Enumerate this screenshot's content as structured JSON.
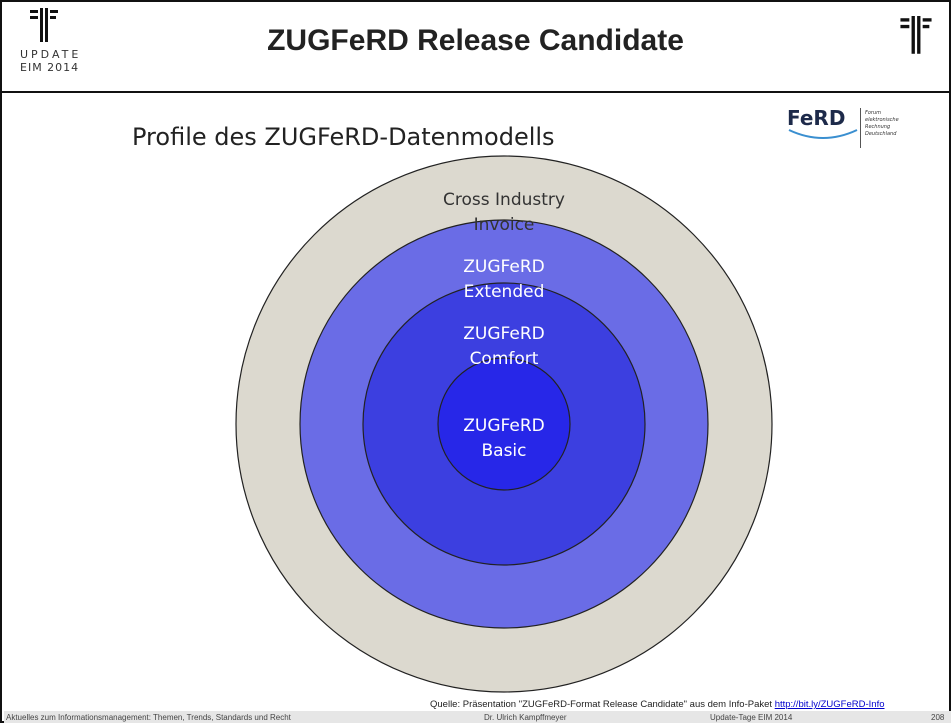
{
  "header": {
    "title": "ZUGFeRD Release Candidate",
    "logo_text_line1": "UPDATE",
    "logo_text_line2": "EIM 2014"
  },
  "slide": {
    "subtitle": "Profile des ZUGFeRD-Datenmodells",
    "partner_logo": {
      "word": "FeRD",
      "small_lines": [
        "Forum",
        "elektronische",
        "Rechnung",
        "Deutschland"
      ]
    }
  },
  "diagram": {
    "rings": [
      {
        "line1": "Cross Industry",
        "line2": "Invoice",
        "color": "#dcd9cf",
        "text_color": "#333333"
      },
      {
        "line1": "ZUGFeRD",
        "line2": "Extended",
        "color": "#6a6ce6",
        "text_color": "#ffffff"
      },
      {
        "line1": "ZUGFeRD",
        "line2": "Comfort",
        "color": "#3c3fe0",
        "text_color": "#ffffff"
      },
      {
        "line1": "ZUGFeRD",
        "line2": "Basic",
        "color": "#2727e8",
        "text_color": "#ffffff"
      }
    ]
  },
  "source": {
    "text": "Quelle: Präsentation \"ZUGFeRD-Format Release Candidate\" aus dem Info-Paket ",
    "link": "http://bit.ly/ZUGFeRD-Info"
  },
  "footer": {
    "left": "Aktuelles zum Informationsmanagement: Themen, Trends, Standards und Recht",
    "center": "Dr. Ulrich Kampffmeyer",
    "right": "Update-Tage EIM 2014",
    "page": "208"
  },
  "colors": {
    "brand_dark": "#222222",
    "footer_bg": "#e6e6e6",
    "link": "#0000cc"
  }
}
